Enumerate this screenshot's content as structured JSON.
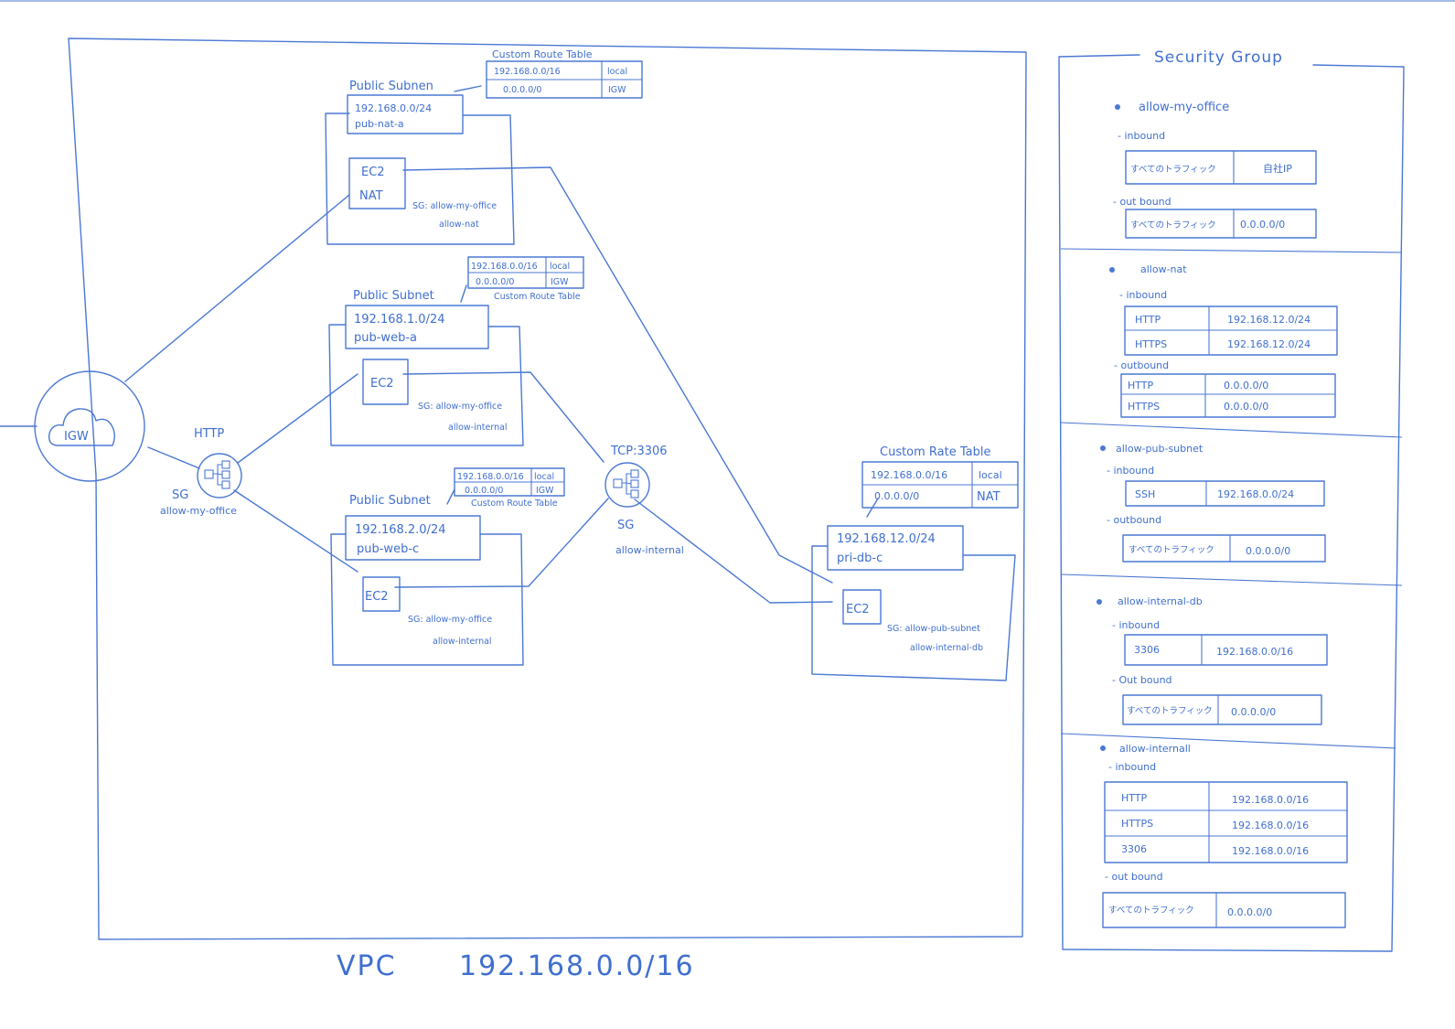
{
  "vpc": {
    "label": "VPC",
    "cidr": "192.168.0.0/16"
  },
  "igw": {
    "label": "IGW"
  },
  "alb_external": {
    "label": "HTTP",
    "sg_label": "SG",
    "sg_name": "allow-my-office"
  },
  "alb_internal": {
    "label": "TCP:3306",
    "sg_label": "SG",
    "sg_name": "allow-internal"
  },
  "subnets": [
    {
      "title": "Public Subnen",
      "cidr": "192.168.0.0/24",
      "name": "pub-nat-a",
      "ec2": [
        "EC2",
        "NAT"
      ],
      "sg": [
        "SG: allow-my-office",
        "allow-nat"
      ],
      "route_table": {
        "title": "Custom Route Table",
        "rows": [
          [
            "192.168.0.0/16",
            "local"
          ],
          [
            "0.0.0.0/0",
            "IGW"
          ]
        ]
      }
    },
    {
      "title": "Public Subnet",
      "cidr": "192.168.1.0/24",
      "name": "pub-web-a",
      "ec2": [
        "EC2"
      ],
      "sg": [
        "SG: allow-my-office",
        "allow-internal"
      ],
      "route_table": {
        "title": "Custom Route Table",
        "rows": [
          [
            "192.168.0.0/16",
            "local"
          ],
          [
            "0.0.0.0/0",
            "IGW"
          ]
        ]
      }
    },
    {
      "title": "Public Subnet",
      "cidr": "192.168.2.0/24",
      "name": "pub-web-c",
      "ec2": [
        "EC2"
      ],
      "sg": [
        "SG: allow-my-office",
        "allow-internal"
      ],
      "route_table": {
        "title": "Custom Route Table",
        "rows": [
          [
            "192.168.0.0/16",
            "local"
          ],
          [
            "0.0.0.0/0",
            "IGW"
          ]
        ]
      }
    },
    {
      "title": "",
      "cidr": "192.168.12.0/24",
      "name": "pri-db-c",
      "ec2": [
        "EC2"
      ],
      "sg": [
        "SG: allow-pub-subnet",
        "allow-internal-db"
      ],
      "route_table": {
        "title": "Custom Rate Table",
        "rows": [
          [
            "192.168.0.0/16",
            "local"
          ],
          [
            "0.0.0.0/0",
            "NAT"
          ]
        ]
      }
    }
  ],
  "security_group_panel": {
    "title": "Security Group",
    "groups": [
      {
        "name": "allow-my-office",
        "inbound_label": "- inbound",
        "inbound": [
          [
            "すべてのトラフィック",
            "自社IP"
          ]
        ],
        "outbound_label": "- out bound",
        "outbound": [
          [
            "すべてのトラフィック",
            "0.0.0.0/0"
          ]
        ]
      },
      {
        "name": "allow-nat",
        "inbound_label": "- inbound",
        "inbound": [
          [
            "HTTP",
            "192.168.12.0/24"
          ],
          [
            "HTTPS",
            "192.168.12.0/24"
          ]
        ],
        "outbound_label": "- outbound",
        "outbound": [
          [
            "HTTP",
            "0.0.0.0/0"
          ],
          [
            "HTTPS",
            "0.0.0.0/0"
          ]
        ]
      },
      {
        "name": "allow-pub-subnet",
        "inbound_label": "- inbound",
        "inbound": [
          [
            "SSH",
            "192.168.0.0/24"
          ]
        ],
        "outbound_label": "- outbound",
        "outbound": [
          [
            "すべてのトラフィック",
            "0.0.0.0/0"
          ]
        ]
      },
      {
        "name": "allow-internal-db",
        "inbound_label": "- inbound",
        "inbound": [
          [
            "3306",
            "192.168.0.0/16"
          ]
        ],
        "outbound_label": "- Out bound",
        "outbound": [
          [
            "すべてのトラフィック",
            "0.0.0.0/0"
          ]
        ]
      },
      {
        "name": "allow-internall",
        "inbound_label": "- inbound",
        "inbound": [
          [
            "HTTP",
            "192.168.0.0/16"
          ],
          [
            "HTTPS",
            "192.168.0.0/16"
          ],
          [
            "3306",
            "192.168.0.0/16"
          ]
        ],
        "outbound_label": "- out bound",
        "outbound": [
          [
            "すべてのトラフィック",
            "0.0.0.0/0"
          ]
        ]
      }
    ]
  },
  "colors": {
    "ink": "#4a78d4",
    "text": "#3f6fcf",
    "paper": "#ffffff"
  }
}
